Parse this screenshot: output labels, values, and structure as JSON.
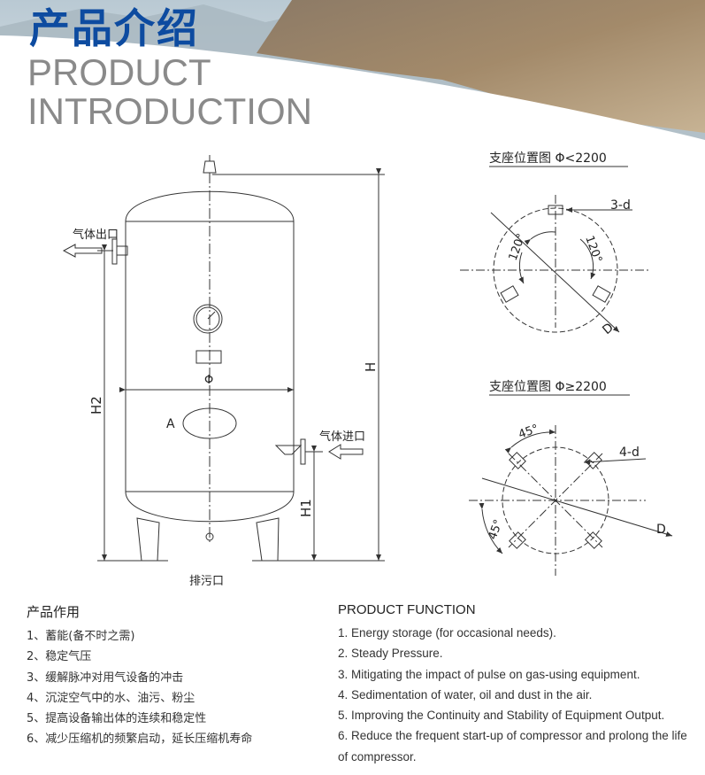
{
  "header": {
    "title_cn": "产品介绍",
    "title_en_line1": "PRODUCT",
    "title_en_line2": "INTRODUCTION"
  },
  "tank": {
    "outlet_label": "气体出口",
    "inlet_label": "气体进口",
    "drain_label": "排污口",
    "diameter_label": "Φ",
    "manhole_label": "A",
    "h_label": "H",
    "h1_label": "H1",
    "h2_label": "H2"
  },
  "support_small": {
    "title": "支座位置图 Φ<2200",
    "hole_label": "3-d",
    "angle1": "120°",
    "angle2": "120°",
    "d_label": "D"
  },
  "support_large": {
    "title": "支座位置图 Φ≥2200",
    "hole_label": "4-d",
    "angle1": "45°",
    "angle2": "45°",
    "d_label": "D"
  },
  "function_cn": {
    "heading": "产品作用",
    "items": [
      "1、蓄能(备不时之需)",
      "2、稳定气压",
      "3、缓解脉冲对用气设备的冲击",
      "4、沉淀空气中的水、油污、粉尘",
      "5、提高设备输出体的连续和稳定性",
      "6、减少压缩机的频繁启动，延长压缩机寿命"
    ]
  },
  "function_en": {
    "heading": "PRODUCT FUNCTION",
    "items": [
      "1. Energy storage (for occasional needs).",
      "2. Steady Pressure.",
      "3. Mitigating the impact of pulse on gas-using equipment.",
      "4. Sedimentation of water, oil and dust in the air.",
      "5. Improving the Continuity and Stability of Equipment Output.",
      "6. Reduce the frequent start-up of compressor and prolong the life of compressor."
    ]
  }
}
